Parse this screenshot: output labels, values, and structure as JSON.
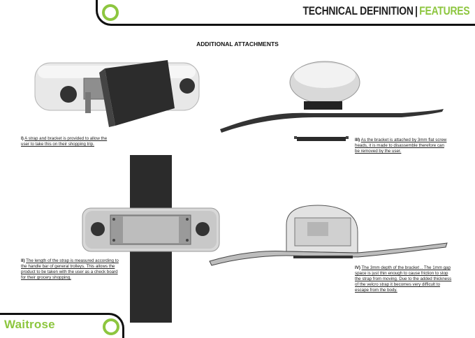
{
  "header": {
    "title_part1": "TECHNICAL DEFINITION",
    "separator": "|",
    "title_part2": "FEATURES"
  },
  "section_title": "ADDITIONAL ATTACHMENTS",
  "captions": {
    "c1": {
      "num": "I)",
      "text": "A strap and bracket is provided to allow the user to take this on their shopping trip."
    },
    "c2": {
      "num": "II)",
      "text": "The length of the strap is measured according to the handle bar of general trolleys. This allows the product to be taken with the user as a check board for their grocery shopping."
    },
    "c3": {
      "num": "III)",
      "text": "As the bracket is attached by 3mm flat screw heads, it is made to disassemble therefore can be removed by the user."
    },
    "c4": {
      "num": "IV)",
      "text": "The 3mm depth of the bracket .. The 1mm gap space is just thin enough to cause friction to stop the strap from moving. Due to the added thickness of the velcro strap it becomes very difficult to escape from the body."
    }
  },
  "footer": {
    "brand": "Waitrose"
  },
  "colors": {
    "accent": "#8dc63f",
    "frame": "#111111",
    "strap": "#2a2a2a",
    "body": "#e6e6e6"
  }
}
